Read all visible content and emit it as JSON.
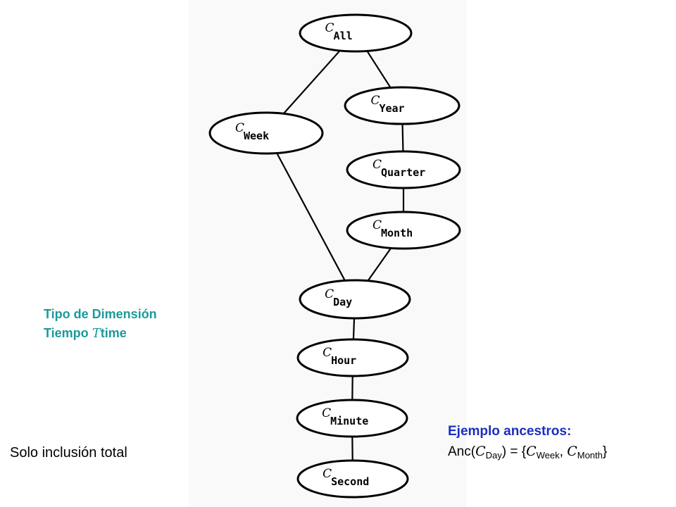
{
  "diagram": {
    "category_symbol": "C",
    "nodes": [
      {
        "id": "all",
        "label": "All"
      },
      {
        "id": "year",
        "label": "Year"
      },
      {
        "id": "week",
        "label": "Week"
      },
      {
        "id": "quarter",
        "label": "Quarter"
      },
      {
        "id": "month",
        "label": "Month"
      },
      {
        "id": "day",
        "label": "Day"
      },
      {
        "id": "hour",
        "label": "Hour"
      },
      {
        "id": "minute",
        "label": "Minute"
      },
      {
        "id": "second",
        "label": "Second"
      }
    ],
    "edges": [
      [
        "all",
        "week"
      ],
      [
        "all",
        "year"
      ],
      [
        "year",
        "quarter"
      ],
      [
        "quarter",
        "month"
      ],
      [
        "month",
        "day"
      ],
      [
        "week",
        "day"
      ],
      [
        "day",
        "hour"
      ],
      [
        "hour",
        "minute"
      ],
      [
        "minute",
        "second"
      ]
    ]
  },
  "title": {
    "line1": "Tipo de Dimensión",
    "line2_prefix": "Tiempo",
    "line2_symbol": "T",
    "line2_suffix": "time"
  },
  "ancestors": {
    "heading": "Ejemplo ancestros:",
    "prefix": "Anc(",
    "symbol": "C",
    "arg": "Day",
    "mid": ") = {",
    "item1": "Week",
    "sep": ", ",
    "item2": "Month",
    "suffix": "}"
  },
  "note": "Solo inclusión total"
}
